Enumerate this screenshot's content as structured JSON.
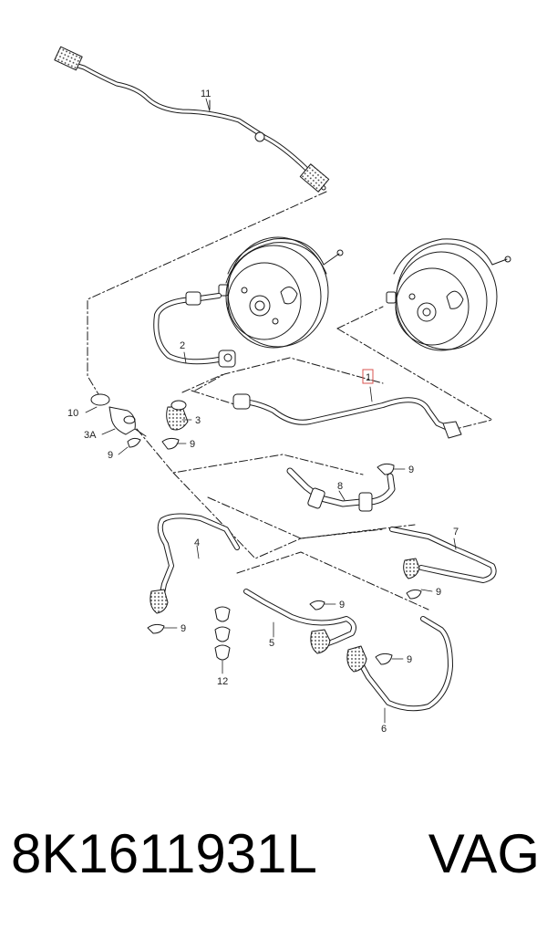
{
  "callouts": {
    "c1": "1",
    "c2": "2",
    "c3": "3",
    "c3a": "3A",
    "c4": "4",
    "c5": "5",
    "c6": "6",
    "c7": "7",
    "c8": "8",
    "c9": "9",
    "c10": "10",
    "c11": "11",
    "c12": "12"
  },
  "caption": {
    "part_number": "8K1611931L",
    "brand": "VAG"
  },
  "colors": {
    "line": "#1a1a1a",
    "highlight_box": "#d9534f",
    "background": "#ffffff"
  }
}
